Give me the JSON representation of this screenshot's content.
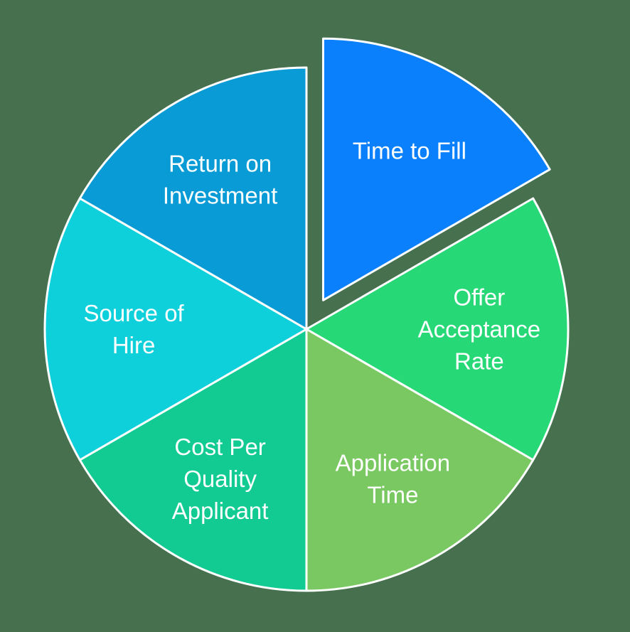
{
  "page": {
    "background_color": "#47704F"
  },
  "chart_data": {
    "type": "pie",
    "title": "",
    "categories": [
      "Time to Fill",
      "Offer Acceptance Rate",
      "Application Time",
      "Cost Per Quality Applicant",
      "Source of Hire",
      "Return on Investment"
    ],
    "values": [
      16.67,
      16.67,
      16.67,
      16.67,
      16.67,
      16.67
    ],
    "slices": [
      {
        "label": "Time to Fill",
        "label_lines": [
          "Time to Fill"
        ],
        "value": 16.67,
        "color": "#0A80FC",
        "exploded": true
      },
      {
        "label": "Offer Acceptance Rate",
        "label_lines": [
          "Offer",
          "Acceptance",
          "Rate"
        ],
        "value": 16.67,
        "color": "#26D876",
        "exploded": false
      },
      {
        "label": "Application Time",
        "label_lines": [
          "Application",
          "Time"
        ],
        "value": 16.67,
        "color": "#7AC862",
        "exploded": false
      },
      {
        "label": "Cost Per Quality Applicant",
        "label_lines": [
          "Cost Per",
          "Quality",
          "Applicant"
        ],
        "value": 16.67,
        "color": "#12CB92",
        "exploded": false
      },
      {
        "label": "Source of Hire",
        "label_lines": [
          "Source of",
          "Hire"
        ],
        "value": 16.67,
        "color": "#0DD0DB",
        "exploded": false
      },
      {
        "label": "Return on Investment",
        "label_lines": [
          "Return on",
          "Investment"
        ],
        "value": 16.67,
        "color": "#089BD6",
        "exploded": false
      }
    ],
    "layout": {
      "start_angle_deg": 0,
      "direction": "clockwise",
      "background": "#47704F",
      "slice_stroke_color": "#FFFFFF",
      "label_color": "#FFFFFF",
      "labels_inside": true,
      "legend": "none",
      "grid": "off"
    }
  }
}
